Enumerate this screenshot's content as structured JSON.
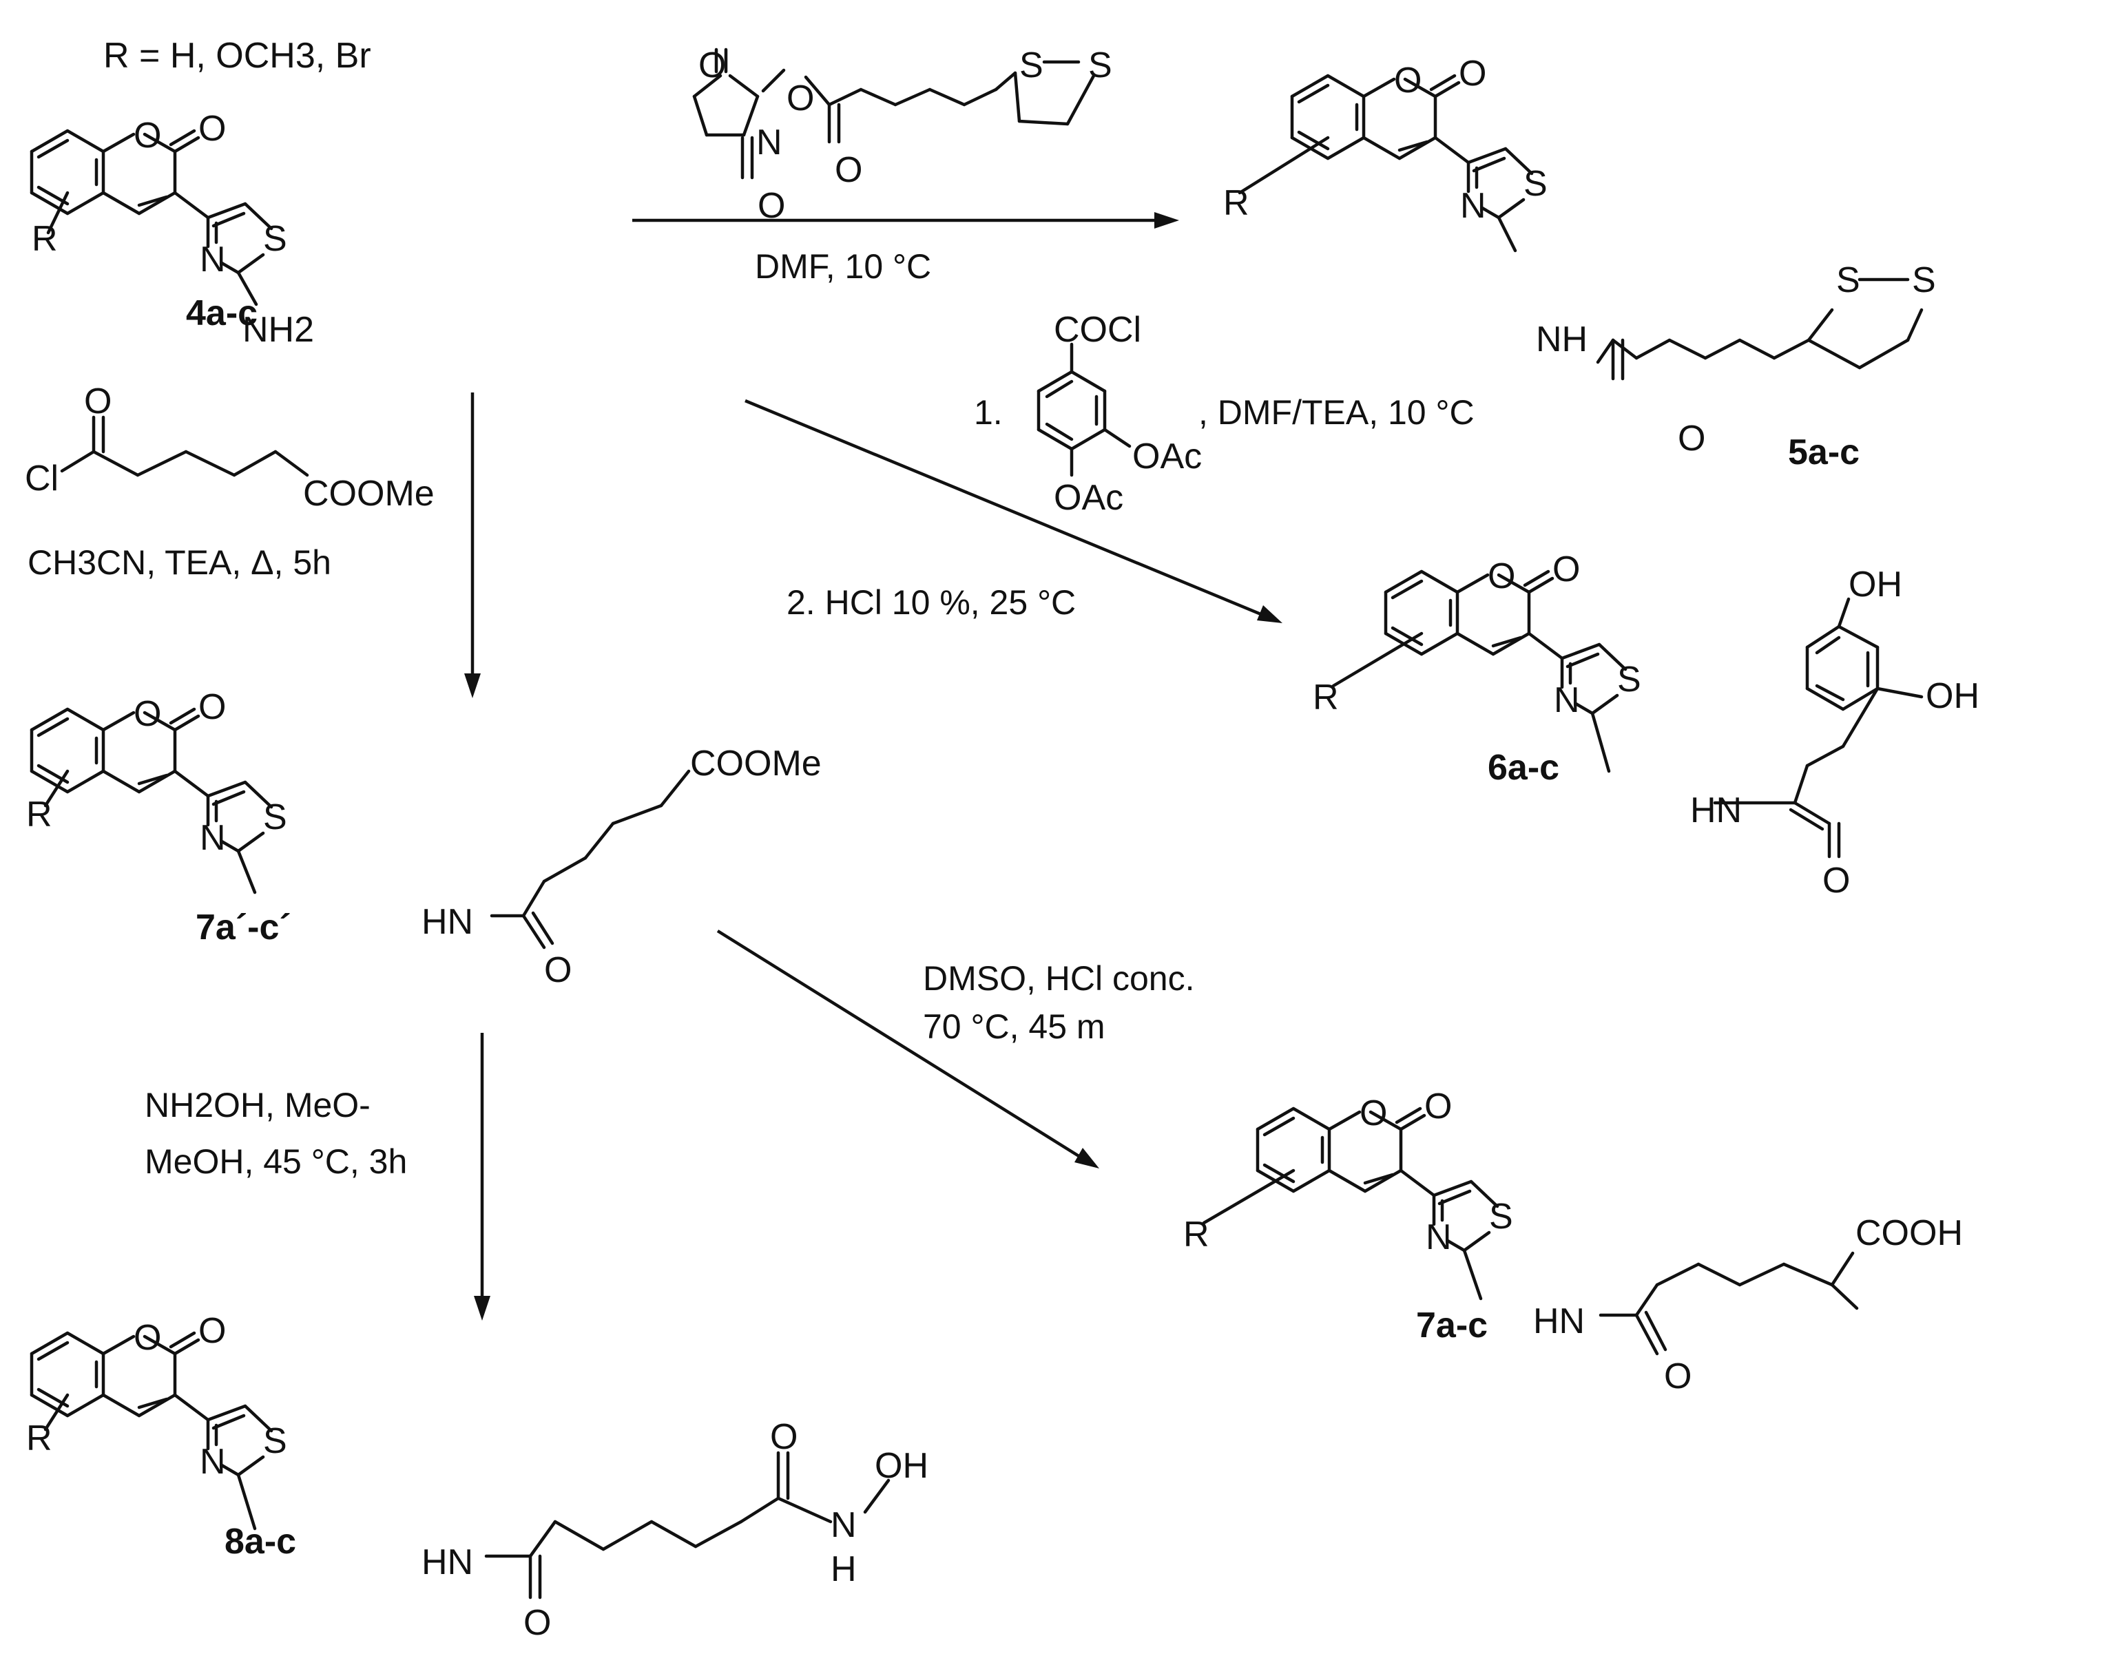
{
  "substituents_line": "R = H, OCH3, Br",
  "atom_labels": {
    "R": "R",
    "O": "O",
    "S": "S",
    "N": "N",
    "NH": "NH",
    "HN": "HN",
    "NH2": "NH2",
    "OH": "OH",
    "H": "H",
    "Cl": "Cl",
    "COCl": "COCl",
    "OAc": "OAc",
    "COOMe": "COOMe",
    "COOH": "COOH"
  },
  "compounds": {
    "c4": "4a-c",
    "c5": "5a-c",
    "c6": "6a-c",
    "c7p": "7a´-c´",
    "c7": "7a-c",
    "c8": "8a-c"
  },
  "conditions": {
    "to5": "DMF, 10 °C",
    "to6_step1_num": "1.",
    "to6_step1": ", DMF/TEA, 10 °C",
    "to6_step2": "2. HCl 10 %, 25 °C",
    "to7p_line": "CH3CN, TEA, Δ, 5h",
    "to7_line1": "DMSO, HCl conc.",
    "to7_line2": "70 °C, 45 m",
    "to8_line1": "NH2OH, MeO-",
    "to8_line2": "MeOH, 45 °C, 3h"
  }
}
